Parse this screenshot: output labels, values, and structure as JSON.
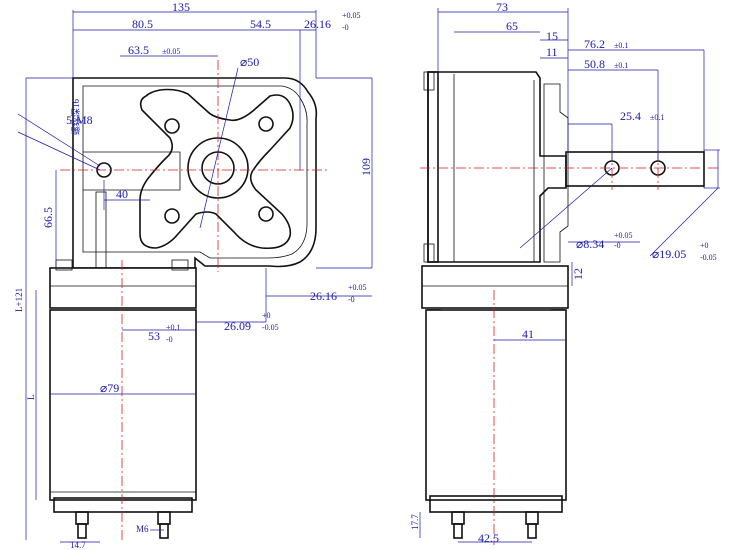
{
  "colors": {
    "outline": "#111111",
    "dimension": "#1a1aa8",
    "centerline": "#d21f1f",
    "background": "#ffffff"
  },
  "front_view": {
    "dims": {
      "d135": "135",
      "d80_5": "80.5",
      "d54_5": "54.5",
      "d26_16_top": "26.16",
      "d26_16_top_tol_up": "+0.05",
      "d26_16_top_tol_low": "-0",
      "d63_5": "63.5",
      "d63_5_tol": "±0.05",
      "dia50": "⌀50",
      "m8": "5-M8",
      "depth16": "螺纹深16",
      "d40": "40",
      "d66_5": "66.5",
      "d109": "109",
      "l121": "L+121",
      "l": "L",
      "d26_16_right": "26.16",
      "d26_16_right_tol_up": "+0.05",
      "d26_16_right_tol_low": "-0",
      "d53": "53",
      "d53_tol_up": "+0.1",
      "d53_tol_low": "-0",
      "d26_09": "26.09",
      "d26_09_tol_up": "+0",
      "d26_09_tol_low": "-0.05",
      "dia79": "⌀79",
      "m6": "M6",
      "d14_7": "14.7"
    }
  },
  "side_view": {
    "dims": {
      "d73": "73",
      "d65": "65",
      "d15": "15",
      "d11": "11",
      "d76_2": "76.2",
      "d76_2_tol": "±0.1",
      "d50_8": "50.8",
      "d50_8_tol": "±0.1",
      "d25_4": "25.4",
      "d25_4_tol": "±0.1",
      "dia8_34": "⌀8.34",
      "dia8_34_tol_up": "+0.05",
      "dia8_34_tol_low": "-0",
      "dia19_05": "⌀19.05",
      "dia19_05_tol_up": "+0",
      "dia19_05_tol_low": "-0.05",
      "d12": "12",
      "d41": "41",
      "d17_7": "17.7",
      "d42_5": "42.5"
    }
  }
}
